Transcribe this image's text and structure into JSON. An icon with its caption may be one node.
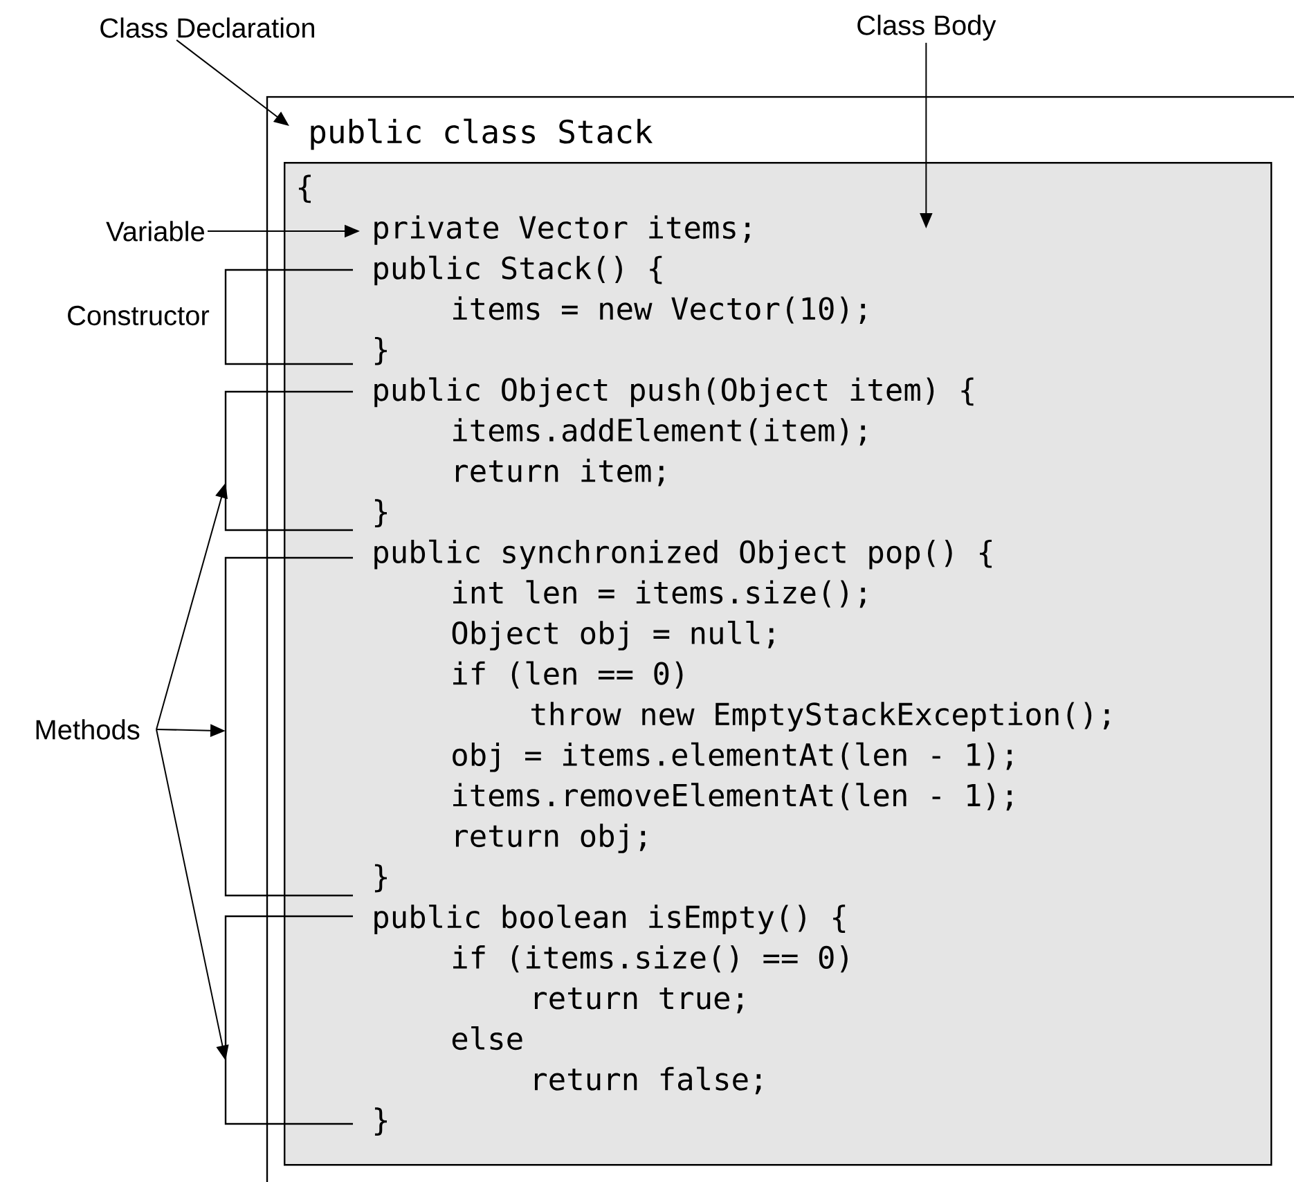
{
  "diagram": {
    "nodes": [
      {
        "text": [
          "Class Declaration"
        ]
      },
      {
        "text": [
          "Class Body"
        ]
      },
      {
        "text": [
          "public class Stack"
        ]
      },
      {
        "text": [],
        "shape": "box",
        "in": 2
      },
      {
        "text": [
          "{"
        ],
        "in": 3
      },
      {
        "text": [
          "private Vector items;"
        ],
        "in": 3
      },
      {
        "text": [
          "public Stack() {"
        ],
        "in": 3
      },
      {
        "text": [
          "items = new Vector(10);"
        ],
        "in": 3
      },
      {
        "text": [
          "}"
        ],
        "in": 3
      },
      {
        "text": [
          "public Object push(Object item) {"
        ],
        "in": 3
      },
      {
        "text": [
          "items.addElement(item);"
        ],
        "in": 3
      },
      {
        "text": [
          "return item;"
        ],
        "in": 3
      },
      {
        "text": [
          "}"
        ],
        "in": 3
      },
      {
        "text": [
          "public synchronized Object pop() {"
        ],
        "in": 3
      },
      {
        "text": [
          "int len = items.size();"
        ],
        "in": 3
      },
      {
        "text": [
          "Object obj = null;"
        ],
        "in": 3
      },
      {
        "text": [
          "if (len == 0)"
        ],
        "in": 3
      },
      {
        "text": [
          "throw new EmptyStackException();"
        ],
        "in": 3
      },
      {
        "text": [
          "obj = items.elementAt(len - 1);"
        ],
        "in": 3
      },
      {
        "text": [
          "items.removeElementAt(len - 1);"
        ],
        "in": 3
      },
      {
        "text": [
          "return obj;"
        ],
        "in": 3
      },
      {
        "text": [
          "}"
        ],
        "in": 3
      },
      {
        "text": [
          "public boolean isEmpty() {"
        ],
        "in": 3
      },
      {
        "text": [
          "if (items.size() == 0)"
        ],
        "in": 3
      },
      {
        "text": [
          "return true;"
        ],
        "in": 3
      },
      {
        "text": [
          "else"
        ],
        "in": 3
      },
      {
        "text": [
          "return false;"
        ],
        "in": 3
      },
      {
        "text": [
          "}"
        ],
        "in": 3
      },
      {
        "text": [
          "Variable"
        ]
      },
      {
        "text": [
          "Constructor"
        ]
      },
      {
        "text": [
          "Methods"
        ]
      },
      {
        "text": [],
        "shape": "bracket"
      },
      {
        "text": [],
        "shape": "bracket"
      },
      {
        "text": [],
        "shape": "bracket"
      },
      {
        "text": [],
        "shape": "bracket"
      }
    ],
    "edges": [
      {
        "from": 0,
        "to": 2,
        "arrow": "to"
      },
      {
        "from": 1,
        "to": 3,
        "arrow": "to"
      },
      {
        "from": 28,
        "to": 5,
        "arrow": "to"
      },
      {
        "from": 30,
        "to": 32,
        "arrow": "to"
      },
      {
        "from": 30,
        "to": 33,
        "arrow": "to"
      },
      {
        "from": 30,
        "to": 34,
        "arrow": "to"
      }
    ]
  }
}
